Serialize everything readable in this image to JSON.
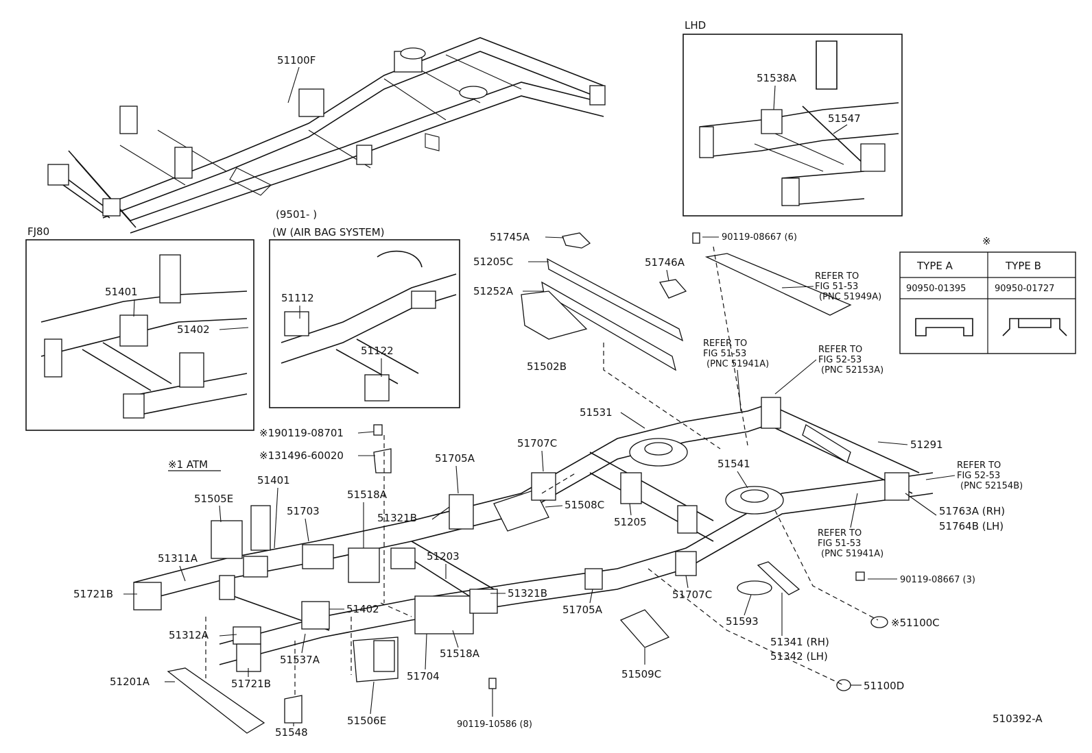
{
  "diagram_code": "510392-A",
  "insets": {
    "lhd": {
      "title": "LHD",
      "labels": [
        "51538A",
        "51547"
      ]
    },
    "fj80": {
      "title": "FJ80",
      "labels": [
        "51401",
        "51402"
      ]
    },
    "airbag": {
      "title_line1": "(9501-        )",
      "title_line2": "(W (AIR BAG SYSTEM)",
      "labels": [
        "51112",
        "51122"
      ]
    }
  },
  "type_table": {
    "marker": "※",
    "col_a": "TYPE A",
    "col_b": "TYPE B",
    "part_a": "90950-01395",
    "part_b": "90950-01727"
  },
  "note_atm": "※1 ATM",
  "labels": {
    "l51100F": "51100F",
    "l51745A": "51745A",
    "l51205C": "51205C",
    "l51252A": "51252A",
    "l51502B": "51502B",
    "l51746A": "51746A",
    "l90119_08667_6": "90119-08667 (6)",
    "ref1_1": "REFER TO",
    "ref1_2": "FIG 51-53",
    "ref1_3": "(PNC 51949A)",
    "ref2_1": "REFER TO",
    "ref2_2": "FIG 51-53",
    "ref2_3": "(PNC 51941A)",
    "ref3_1": "REFER TO",
    "ref3_2": "FIG 52-53",
    "ref3_3": "(PNC 52153A)",
    "ref4_1": "REFER TO",
    "ref4_2": "FIG 52-53",
    "ref4_3": "(PNC 52154B)",
    "ref5_1": "REFER TO",
    "ref5_2": "FIG 51-53",
    "ref5_3": "(PNC 51941A)",
    "l51531": "51531",
    "l51291": "51291",
    "l51541": "51541",
    "l90119_08701": "※190119-08701",
    "l31496_60020": "※131496-60020",
    "l51705A_top": "51705A",
    "l51707C_top": "51707C",
    "l51401": "51401",
    "l51505E": "51505E",
    "l51518A_top": "51518A",
    "l51703": "51703",
    "l51321B_top": "51321B",
    "l51508C": "51508C",
    "l51205": "51205",
    "l51763A": "51763A (RH)",
    "l51764B": "51764B (LH)",
    "l51311A": "51311A",
    "l51203": "51203",
    "l51721B_left": "51721B",
    "l51321B_bot": "51321B",
    "l51705A_bot": "51705A",
    "l51707C_bot": "51707C",
    "l90119_08667_3": "90119-08667 (3)",
    "l51402": "51402",
    "l51100C": "※51100C",
    "l51312A": "51312A",
    "l51537A": "51537A",
    "l51593": "51593",
    "l51341": "51341 (RH)",
    "l51342": "51342 (LH)",
    "l51721B_bot": "51721B",
    "l51518A_bot": "51518A",
    "l51201A": "51201A",
    "l51704": "51704",
    "l51509C": "51509C",
    "l51100D": "51100D",
    "l51506E": "51506E",
    "l90119_10586": "90119-10586 (8)",
    "l51548": "51548"
  }
}
